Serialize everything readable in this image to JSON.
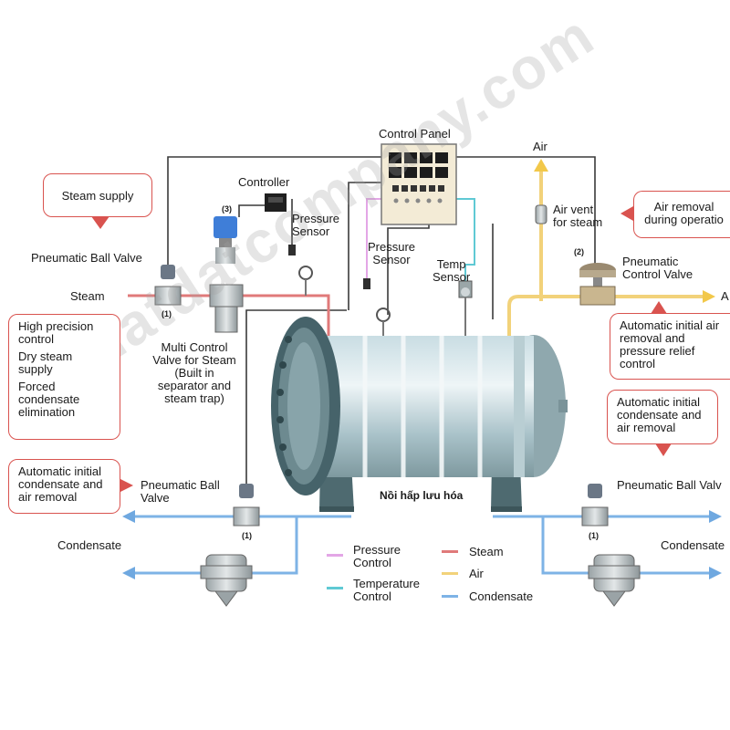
{
  "control_panel": {
    "title": "Control Panel"
  },
  "labels": {
    "air_top": "Air",
    "air_right": "A",
    "controller": "Controller",
    "pressure_sensor_1": "Pressure\nSensor",
    "pressure_sensor_2": "Pressure\nSensor",
    "temp_sensor": "Temp\nSensor",
    "air_vent": "Air vent\nfor steam",
    "pneumatic_ball_valve_top": "Pneumatic Ball Valve",
    "steam": "Steam",
    "multi_control_valve": "Multi Control\nValve for Steam\n(Built in\nseparator and\nsteam trap)",
    "pneumatic_control_valve": "Pneumatic\nControl Valve",
    "pneumatic_ball_valve_left": "Pneumatic Ball\nValve",
    "pneumatic_ball_valve_right": "Pneumatic Ball Valv",
    "condensate_left": "Condensate",
    "condensate_right": "Condensate",
    "vessel": "Nồi hấp lưu hóa",
    "num_3": "(3)",
    "num_2": "(2)",
    "num_1a": "(1)",
    "num_1b": "(1)",
    "num_1c": "(1)"
  },
  "callouts": {
    "steam_supply": "Steam supply",
    "air_removal": "Air removal\nduring operatio",
    "features": [
      "High precision\ncontrol",
      "Dry steam\nsupply",
      "Forced\ncondensate\nelimination"
    ],
    "auto_init_left": "Automatic initial\ncondensate and\nair removal",
    "auto_init_relief": "Automatic initial\nair removal and\npressure relief\ncontrol",
    "auto_init_right": "Automatic initial\ncondensate and\nair removal"
  },
  "legend": {
    "pressure_control": "Pressure\nControl",
    "temperature_control": "Temperature\nControl",
    "steam": "Steam",
    "air": "Air",
    "condensate": "Condensate"
  },
  "colors": {
    "steam": "#e07a7a",
    "air": "#f2d27a",
    "condensate": "#7eb3e6",
    "pressure_control": "#e3a6e6",
    "temperature_control": "#5fc9d4",
    "signal": "#3a3a3a",
    "callout_border": "#d9534f"
  },
  "watermark": "Phatdatcompany.com"
}
